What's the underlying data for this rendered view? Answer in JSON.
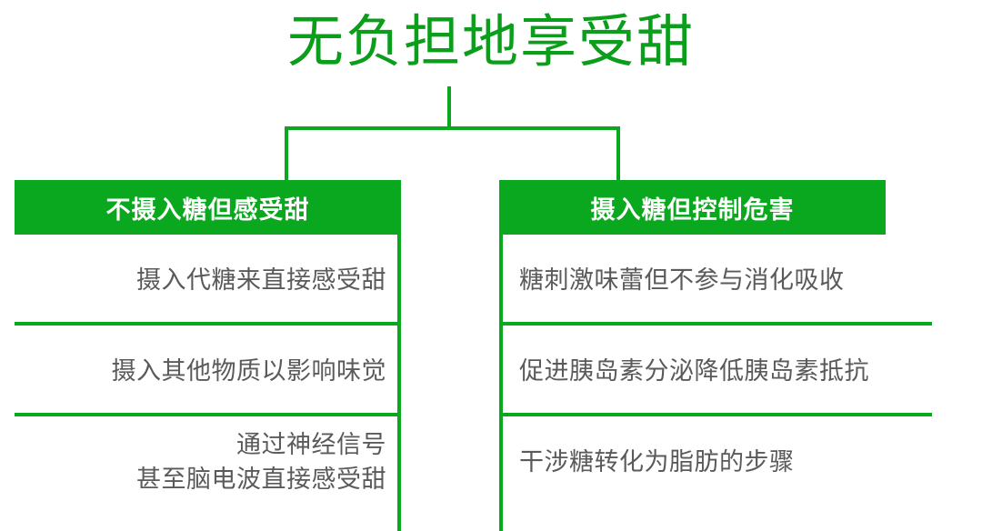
{
  "title": "无负担地享受甜",
  "colors": {
    "green": "#0AA81E",
    "title_green": "#0A9E1A",
    "body_gray": "#5A5A5A",
    "header_text": "#FFFFFF",
    "background": "#FFFFFF"
  },
  "branches": [
    {
      "header": "不摄入糖但感受甜",
      "items": [
        "摄入代糖来直接感受甜",
        "摄入其他物质以影响味觉",
        "通过神经信号\n甚至脑电波直接感受甜"
      ]
    },
    {
      "header": "摄入糖但控制危害",
      "items": [
        "糖刺激味蕾但不参与消化吸收",
        "促进胰岛素分泌降低胰岛素抵抗",
        "干涉糖转化为脂肪的步骤"
      ]
    }
  ]
}
